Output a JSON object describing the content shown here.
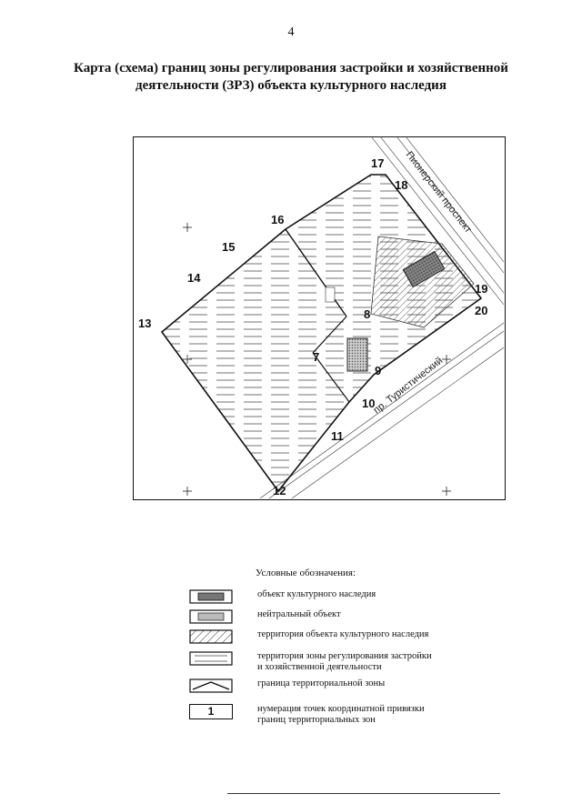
{
  "page": {
    "number": "4",
    "title_line1": "Карта (схема) границ зоны регулирования застройки и хозяйственной",
    "title_line2": "деятельности (ЗРЗ) объекта культурного наследия"
  },
  "map": {
    "points": [
      {
        "label": "17"
      },
      {
        "label": "18"
      },
      {
        "label": "16"
      },
      {
        "label": "15"
      },
      {
        "label": "14"
      },
      {
        "label": "13"
      },
      {
        "label": "19"
      },
      {
        "label": "20"
      },
      {
        "label": "8"
      },
      {
        "label": "7"
      },
      {
        "label": "9"
      },
      {
        "label": "10"
      },
      {
        "label": "11"
      },
      {
        "label": "12"
      }
    ],
    "streets": [
      {
        "text": "Пионерский проспект"
      },
      {
        "text": "пр. Туристический"
      }
    ]
  },
  "legend": {
    "title": "Условные обозначения:",
    "items": [
      {
        "text": "объект культурного наследия"
      },
      {
        "text": "нейтральный объект"
      },
      {
        "text": "территория объекта культурного наследия"
      },
      {
        "text": "территория зоны регулирования застройки",
        "text2": "и хозяйственной деятельности"
      },
      {
        "text": "граница территориальной зоны"
      },
      {
        "number": "1",
        "text": "нумерация точек координатной привязки",
        "text2": "границ территориальных зон"
      }
    ]
  },
  "colors": {
    "ink": "#111111",
    "heritage_fill": "#777777",
    "neutral_fill": "#bbbbbb"
  }
}
